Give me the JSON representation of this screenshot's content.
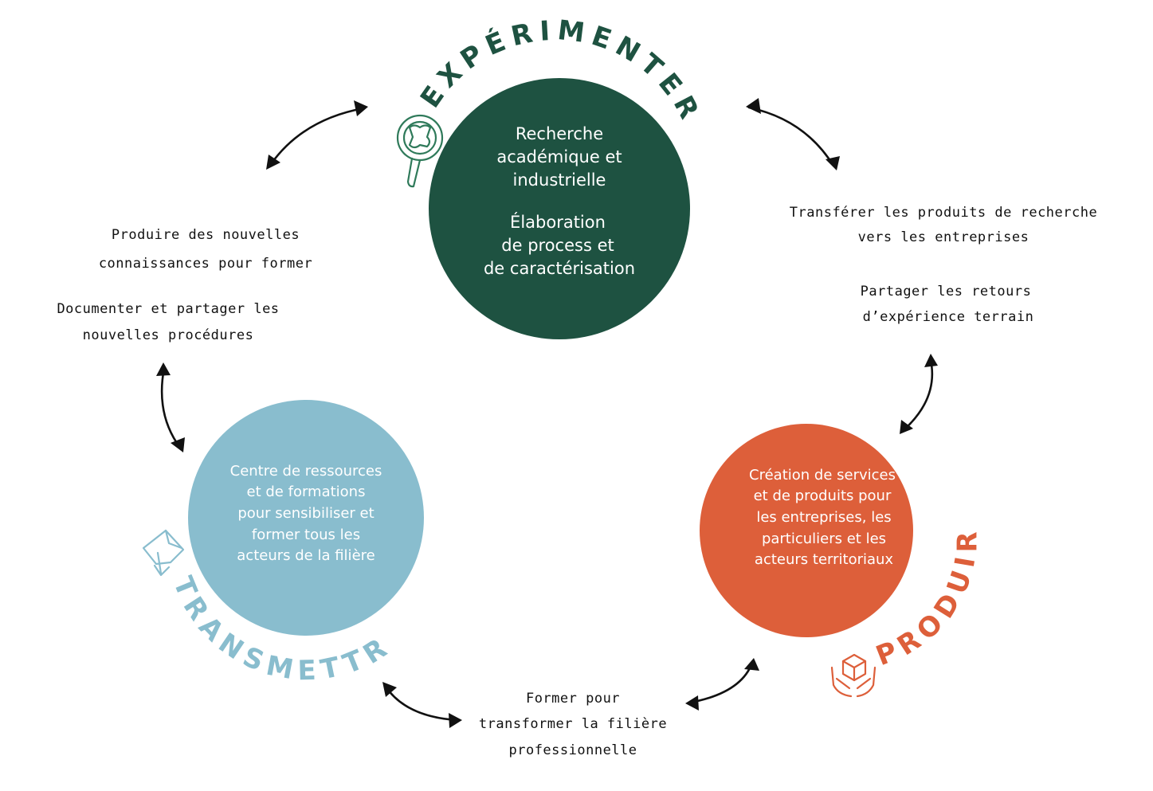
{
  "colors": {
    "experimenter": "#1e5241",
    "transmettre": "#89bdce",
    "produire": "#dd5f3a",
    "arrow": "#111111"
  },
  "experimenter": {
    "title": "EXPÉRIMENTER",
    "lines1": [
      "Recherche",
      "académique et",
      "industrielle"
    ],
    "lines2": [
      "Élaboration",
      "de process et",
      "de caractérisation"
    ],
    "icon": "magnifier-puzzle-icon"
  },
  "transmettre": {
    "title": "TRANSMETTRE",
    "lines": [
      "Centre de ressources",
      "et de formations",
      "pour sensibiliser et",
      "former tous les",
      "acteurs de la filière"
    ],
    "icon": "document-arrow-icon"
  },
  "produire": {
    "title": "PRODUIRE",
    "lines": [
      "Création de services",
      "et de produits pour",
      "les entreprises, les",
      "particuliers et les",
      "acteurs territoriaux"
    ],
    "icon": "hands-box-icon"
  },
  "labels": {
    "left_1": [
      "Produire des nouvelles",
      "connaissances pour former"
    ],
    "left_2": [
      "Documenter et partager les",
      "nouvelles procédures"
    ],
    "right_1": [
      "Transférer les produits de recherche",
      "vers les entreprises"
    ],
    "right_2": [
      "Partager les retours",
      "d’expérience terrain"
    ],
    "bottom": [
      "Former pour",
      "transformer la filière",
      "professionnelle"
    ]
  }
}
